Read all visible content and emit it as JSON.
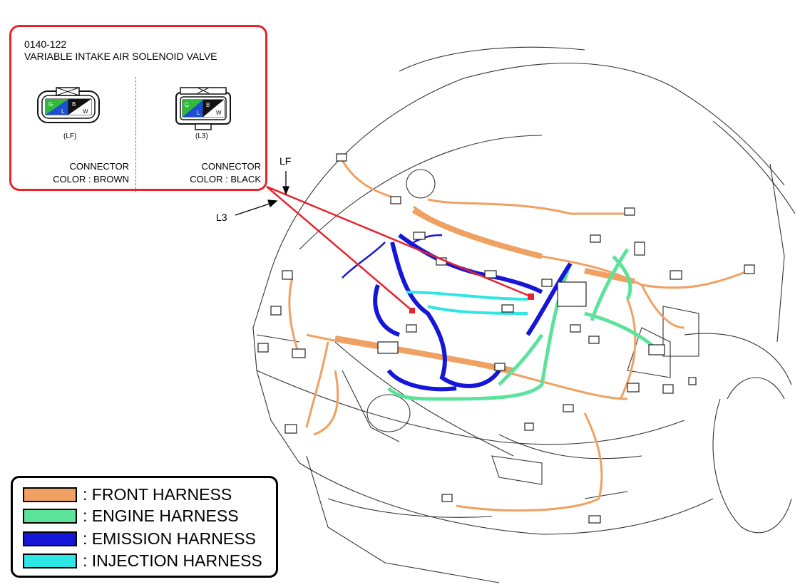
{
  "callout": {
    "code": "0140-122",
    "title": "VARIABLE INTAKE AIR SOLENOID VALVE",
    "connectors": [
      {
        "label": "(LF)",
        "pins": [
          "G",
          "L",
          "B",
          "W"
        ],
        "text_line1": "CONNECTOR",
        "text_line2": "COLOR : BROWN"
      },
      {
        "label": "(L3)",
        "pins": [
          "G",
          "L",
          "B",
          "W"
        ],
        "text_line1": "CONNECTOR",
        "text_line2": "COLOR : BLACK"
      }
    ]
  },
  "pointers": {
    "lf": "LF",
    "l3": "L3"
  },
  "legend": [
    {
      "label": ": FRONT HARNESS",
      "color": "#f0a060"
    },
    {
      "label": ": ENGINE HARNESS",
      "color": "#5be39a"
    },
    {
      "label": ": EMISSION HARNESS",
      "color": "#1616d8"
    },
    {
      "label": ": INJECTION HARNESS",
      "color": "#2fe6e6"
    }
  ],
  "colors": {
    "callout_border": "#e8232b",
    "pin_green": "#2fba3a",
    "pin_blue": "#1e4fd0"
  }
}
